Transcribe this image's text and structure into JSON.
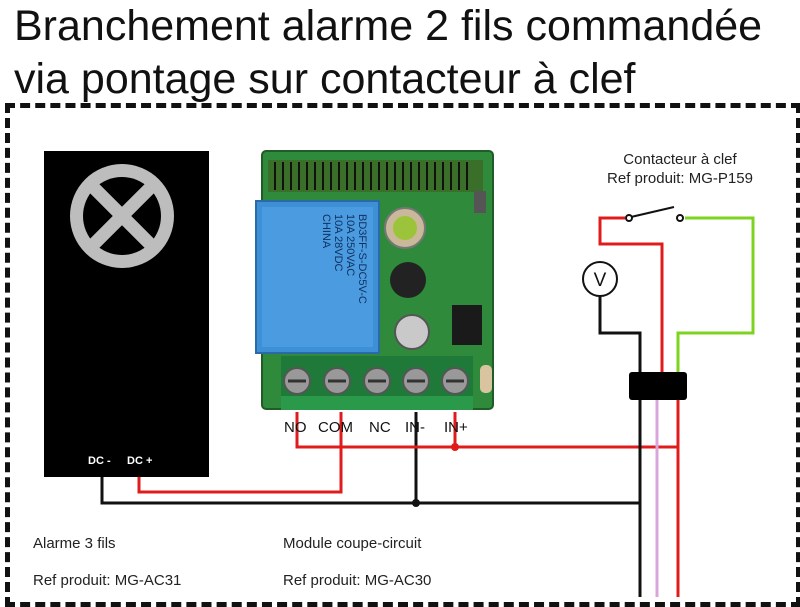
{
  "title": {
    "line1": "Branchement alarme 2 fils commandée",
    "line2": "via pontage sur contacteur à clef"
  },
  "alarm": {
    "dc_minus": "DC -",
    "dc_plus": "DC +",
    "name": "Alarme 3 fils",
    "ref": "Ref produit: MG-AC31"
  },
  "module": {
    "terminals": [
      "NO",
      "COM",
      "NC",
      "IN-",
      "IN+"
    ],
    "relay_lines": [
      "BD3FF-S-DC5V-C",
      "10A 250VAC",
      "10A 28VDC",
      "CHINA"
    ],
    "name": "Module coupe-circuit",
    "ref": "Ref produit: MG-AC30"
  },
  "keyswitch": {
    "name": "Contacteur à clef",
    "ref": "Ref produit: MG-P159"
  },
  "meter": {
    "symbol": "V"
  },
  "colors": {
    "red": "#e01b1b",
    "black": "#111111",
    "green": "#7ed321",
    "pink": "#d8a6d8",
    "board": "#2f8a3c",
    "relay": "#3d8fd6"
  }
}
